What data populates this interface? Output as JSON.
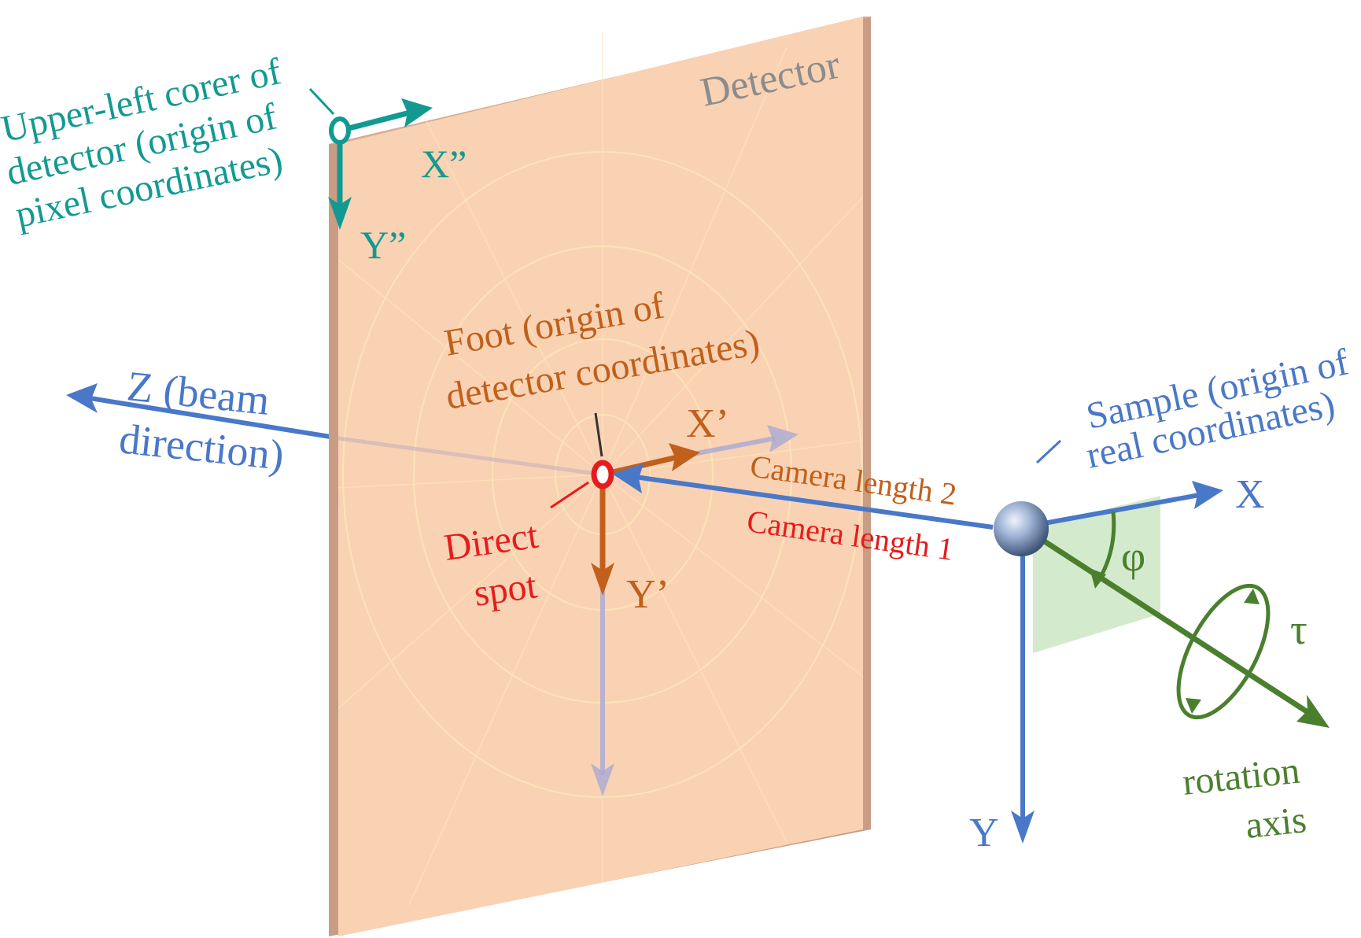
{
  "labels": {
    "detector": "Detector",
    "upper_left_line1": "Upper-left corer of",
    "upper_left_line2": "detector (origin of",
    "upper_left_line3": "pixel coordinates)",
    "x_dbl": "X”",
    "y_dbl": "Y”",
    "z_line1": "Z (beam",
    "z_line2": "direction)",
    "foot_line1": "Foot (origin of",
    "foot_line2": "detector coordinates)",
    "x_prime": "X’",
    "y_prime": "Y’",
    "direct_line1": "Direct",
    "direct_line2": "spot",
    "camera_length_2": "Camera length 2",
    "camera_length_1": "Camera length 1",
    "sample_line1": "Sample (origin of",
    "sample_line2": "real coordinates)",
    "x": "X",
    "y": "Y",
    "phi": "φ",
    "tau": "τ",
    "rotation_line1": "rotation",
    "rotation_line2": "axis"
  },
  "colors": {
    "teal": "#129a92",
    "blue": "#4a78c8",
    "orange": "#c0601c",
    "red": "#e61c1c",
    "green": "#4a7f2e",
    "detector_fill": "#f9d2b4",
    "detector_edge": "#c99c84",
    "gray_label": "#8c8c8c"
  }
}
